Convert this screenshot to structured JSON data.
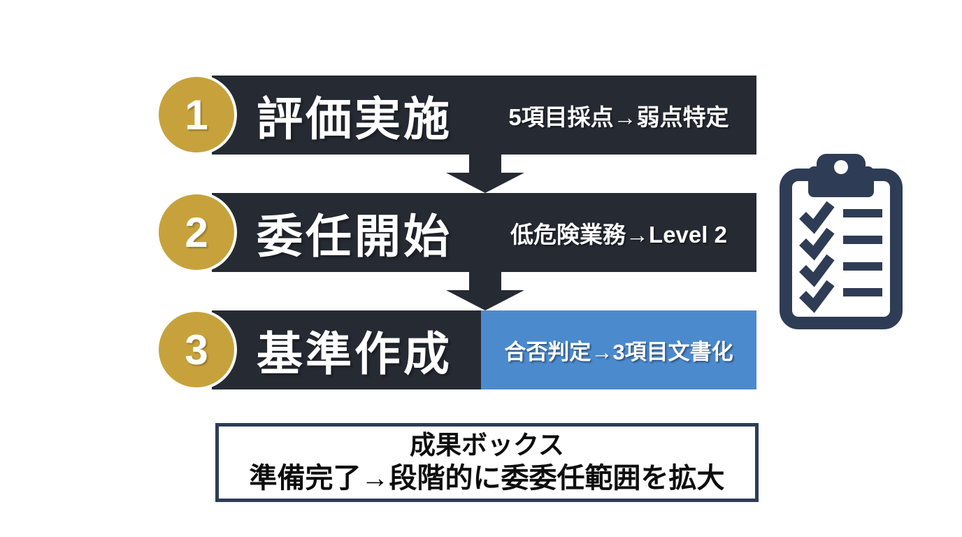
{
  "steps": [
    {
      "number": "1",
      "title": "評価実施",
      "detail": "5項目採点→弱点特定"
    },
    {
      "number": "2",
      "title": "委任開始",
      "detail": "低危険業務→Level 2"
    },
    {
      "number": "3",
      "title": "基準作成",
      "detail": "合否判定→3項目文書化"
    }
  ],
  "result_box": {
    "title": "成果ボックス",
    "description": "準備完了→段階的に委委任範囲を拡大"
  },
  "icons": {
    "clipboard": "clipboard-checklist-icon"
  },
  "colors": {
    "step_bar_dark": "#262A33",
    "number_badge_gold": "#C7A23C",
    "highlight_blue": "#4C8ACE",
    "icon_navy": "#2E3D55",
    "background": "#FFFFFF"
  }
}
